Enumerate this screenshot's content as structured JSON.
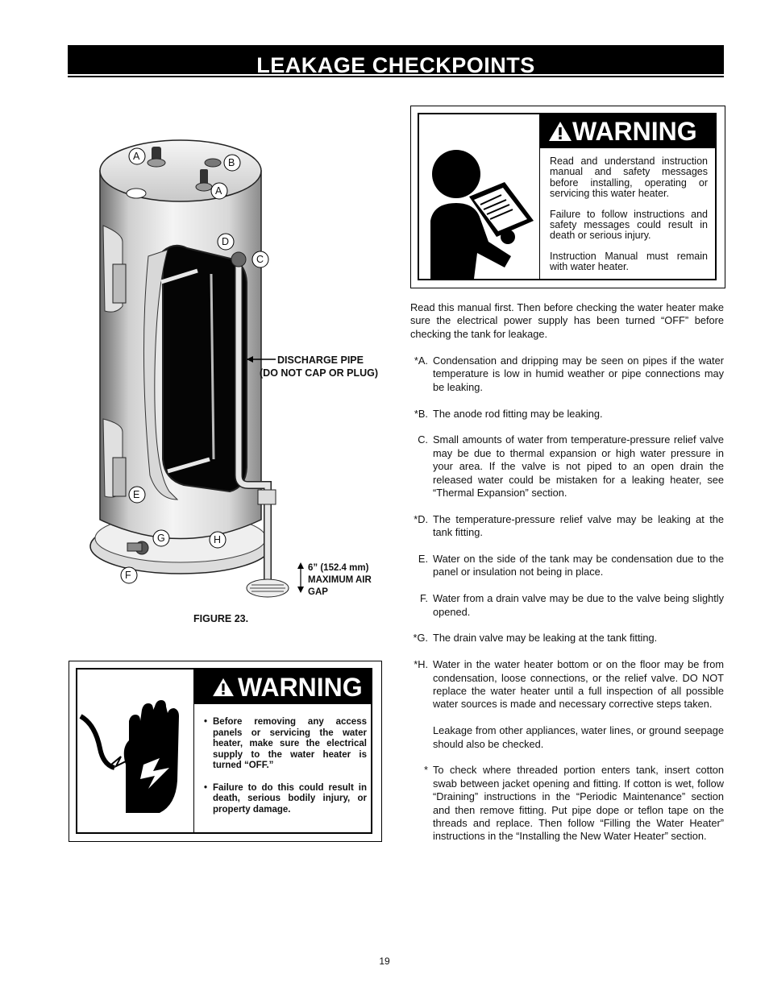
{
  "title": "LEAKAGE CHECKPOINTS",
  "figure": {
    "caption": "FIGURE  23.",
    "labels": [
      "A",
      "B",
      "A",
      "D",
      "C",
      "E",
      "G",
      "H",
      "F"
    ],
    "discharge_label_1": "DISCHARGE PIPE",
    "discharge_label_2": "(DO NOT CAP OR PLUG)",
    "gap_line_1": "6” (152.4 mm)",
    "gap_line_2": "MAXIMUM AIR",
    "gap_line_3": "GAP"
  },
  "warning_top": {
    "header": "WARNING",
    "icon": "person-reading-manual-icon",
    "paragraphs": [
      "Read and understand instruction manual and safety messages before installing, operating or servicing this water heater.",
      "Failure to follow instructions and safety messages could result in death or serious injury.",
      "Instruction Manual must remain with water heater."
    ]
  },
  "warning_bottom": {
    "header": "WARNING",
    "icon": "electric-shock-hand-icon",
    "bullets": [
      "Before removing any access panels or servicing the water heater, make sure the electrical supply to the water heater is turned “OFF.”",
      "Failure to do this could result in death, serious bodily injury, or property damage."
    ]
  },
  "intro": "Read this manual first.  Then before checking the water heater make sure the electrical power supply has been turned “OFF” before checking the tank for leakage.",
  "items": [
    {
      "letter": "*A.",
      "text": "Condensation and dripping may be seen on pipes if the water temperature is low in humid weather or pipe connections may be leaking."
    },
    {
      "letter": "*B.",
      "text": "The anode rod fitting may be leaking."
    },
    {
      "letter": "C.",
      "text": "Small amounts of water from temperature-pressure relief valve may be due to thermal expansion or high water pressure in your area. If the valve is not piped to an open drain the released water could be mistaken for a leaking heater, see “Thermal Expansion” section."
    },
    {
      "letter": "*D.",
      "text": "The temperature-pressure relief valve may be leaking at the tank fitting."
    },
    {
      "letter": "E.",
      "text": "Water on the side of the tank may be condensation due to the panel or insulation not being in place."
    },
    {
      "letter": "F.",
      "text": "Water from a drain valve may be due to the valve being slightly opened."
    },
    {
      "letter": "*G.",
      "text": "The drain valve may be leaking at the tank fitting."
    },
    {
      "letter": "*H.",
      "text": "Water in the water heater bottom or on the floor may be from condensation, loose connections, or the relief valve.  DO NOT replace the water heater until a full inspection of all possible water sources is made and necessary corrective steps taken.",
      "sub": "Leakage from other appliances, water lines, or ground seepage should also be checked."
    },
    {
      "letter": "*",
      "text": "To check where threaded portion enters tank, insert cotton swab between jacket opening and fitting.  If cotton is wet, follow “Draining” instructions in the “Periodic Maintenance” section and then remove fitting.  Put pipe dope or teflon tape on the threads and replace.  Then follow  “Filling the Water Heater” instructions in the “Installing the New Water Heater” section."
    }
  ],
  "page_number": "19"
}
